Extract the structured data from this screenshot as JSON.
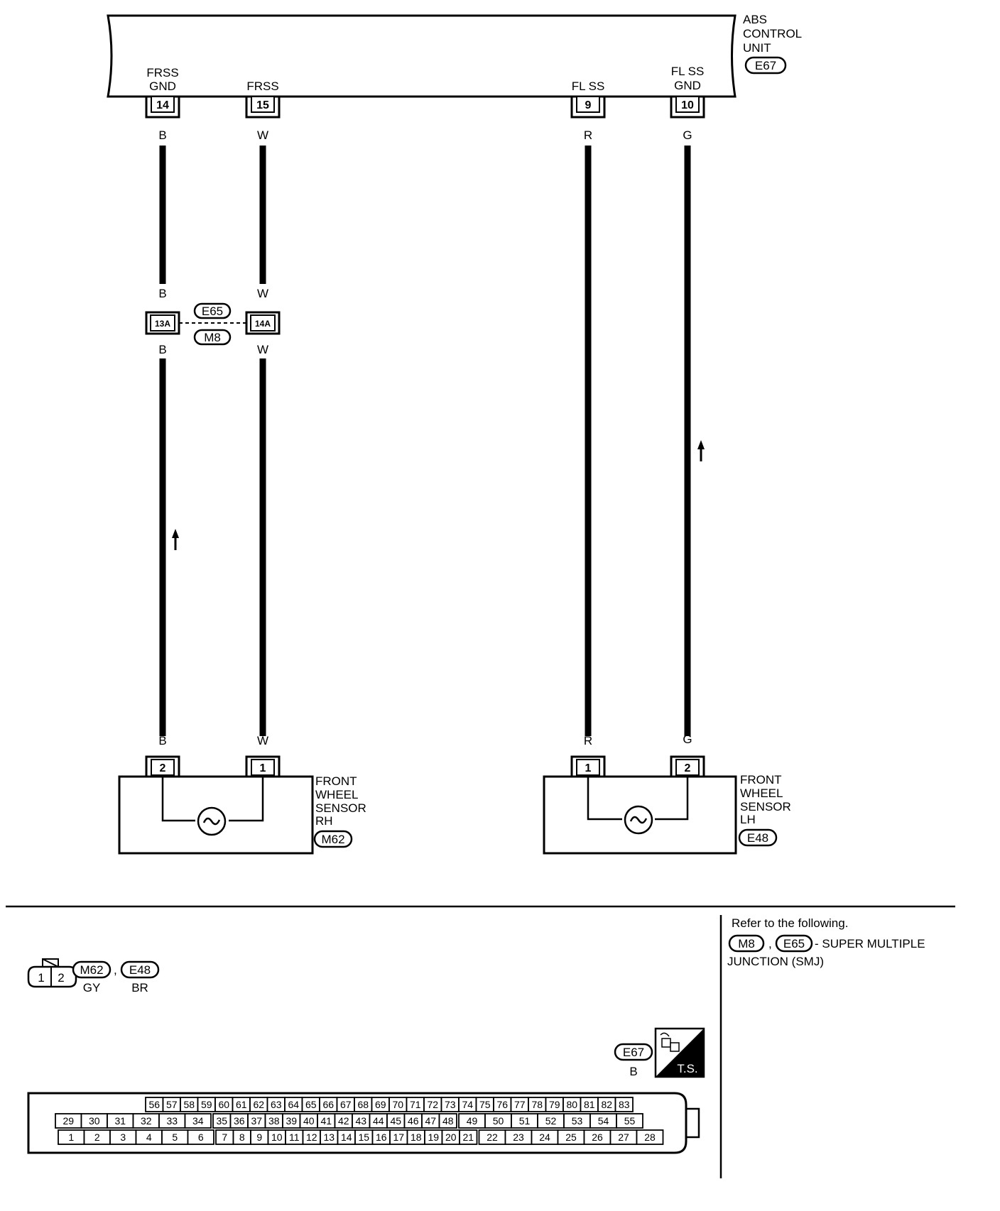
{
  "abs_unit": {
    "name_lines": [
      "ABS",
      "CONTROL",
      "UNIT"
    ],
    "connector": "E67",
    "terminals": [
      {
        "pin": "14",
        "label_lines": [
          "FRSS",
          "GND"
        ],
        "wire": "B"
      },
      {
        "pin": "15",
        "label_lines": [
          "FRSS"
        ],
        "wire": "W"
      },
      {
        "pin": "9",
        "label_lines": [
          "FL SS"
        ],
        "wire": "R"
      },
      {
        "pin": "10",
        "label_lines": [
          "FL SS",
          "GND"
        ],
        "wire": "G"
      }
    ]
  },
  "junction": {
    "pins": [
      "13A",
      "14A"
    ],
    "connectors": [
      "E65",
      "M8"
    ],
    "wires_upper": [
      "B",
      "W"
    ],
    "wires_lower": [
      "B",
      "W"
    ]
  },
  "sensor_rh": {
    "name_lines": [
      "FRONT",
      "WHEEL",
      "SENSOR",
      "RH"
    ],
    "connector": "M62",
    "pins": [
      "2",
      "1"
    ],
    "wires": [
      "B",
      "W"
    ]
  },
  "sensor_lh": {
    "name_lines": [
      "FRONT",
      "WHEEL",
      "SENSOR",
      "LH"
    ],
    "connector": "E48",
    "pins": [
      "1",
      "2"
    ],
    "wires": [
      "R",
      "G"
    ]
  },
  "legend": {
    "small_connector_pins": [
      "1",
      "2"
    ],
    "connectors": [
      {
        "code": "M62",
        "color": "GY"
      },
      {
        "code": "E48",
        "color": "BR"
      }
    ],
    "sep": ",",
    "large_connector": {
      "code": "E67",
      "color": "B"
    },
    "ts_label": "T.S.",
    "row1": [
      "56",
      "57",
      "58",
      "59",
      "60",
      "61",
      "62",
      "63",
      "64",
      "65",
      "66",
      "67",
      "68",
      "69",
      "70",
      "71",
      "72",
      "73",
      "74",
      "75",
      "76",
      "77",
      "78",
      "79",
      "80",
      "81",
      "82",
      "83"
    ],
    "row2a": [
      "29",
      "30",
      "31",
      "32",
      "33",
      "34"
    ],
    "row2b": [
      "35",
      "36",
      "37",
      "38",
      "39",
      "40",
      "41",
      "42",
      "43",
      "44",
      "45",
      "46",
      "47",
      "48"
    ],
    "row2c": [
      "49",
      "50",
      "51",
      "52",
      "53",
      "54",
      "55"
    ],
    "row3a": [
      "1",
      "2",
      "3",
      "4",
      "5",
      "6"
    ],
    "row3b": [
      "7",
      "8",
      "9",
      "10",
      "11",
      "12",
      "13",
      "14",
      "15",
      "16",
      "17",
      "18",
      "19",
      "20",
      "21"
    ],
    "row3c": [
      "22",
      "23",
      "24",
      "25",
      "26",
      "27",
      "28"
    ]
  },
  "refer_note": {
    "line1": "Refer to the following.",
    "codes": [
      "M8",
      "E65"
    ],
    "line2_rest": "- SUPER MULTIPLE",
    "line3": "JUNCTION (SMJ)"
  }
}
